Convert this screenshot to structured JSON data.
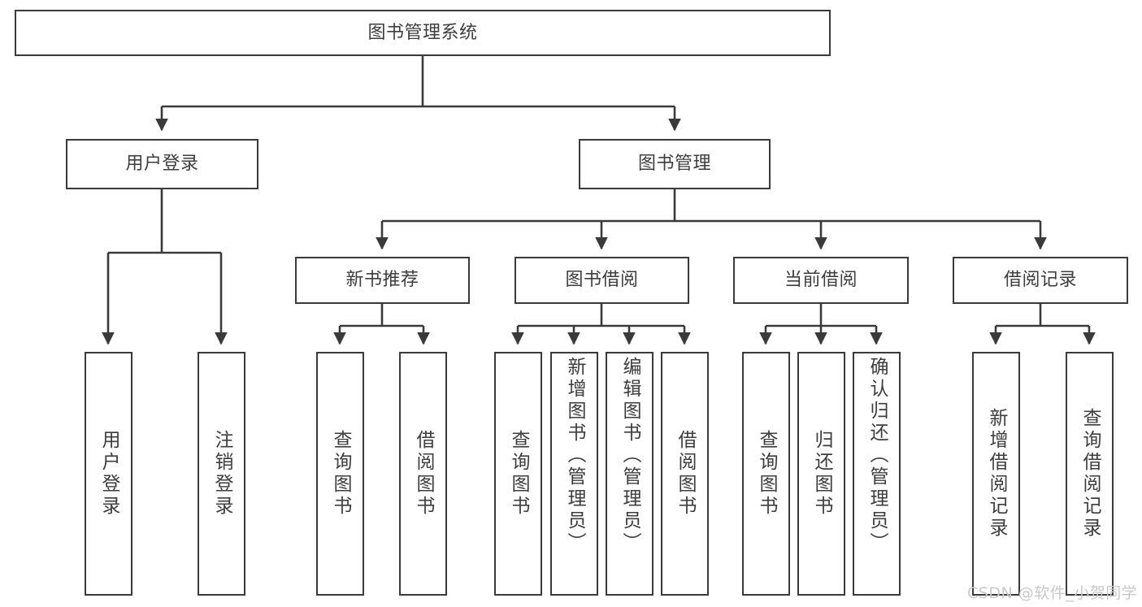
{
  "diagram": {
    "title": "图书管理系统",
    "type": "tree-hierarchy",
    "colors": {
      "background": "#ffffff",
      "node_fill": "#ffffff",
      "node_border": "#3a3a3a",
      "text": "#3d3d3d",
      "edge": "#3a3a3a",
      "watermark": "#c9c9c9"
    },
    "watermark": "CSDN @软件_小贺同学"
  },
  "nodes": {
    "root": {
      "label": "图书管理系统"
    },
    "level2": [
      {
        "label": "用户登录"
      },
      {
        "label": "图书管理"
      }
    ],
    "level3": [
      {
        "label": "新书推荐"
      },
      {
        "label": "图书借阅"
      },
      {
        "label": "当前借阅"
      },
      {
        "label": "借阅记录"
      }
    ],
    "leaves": {
      "user_login": [
        {
          "label": "用户登录"
        },
        {
          "label": "注销登录"
        }
      ],
      "new_book": [
        {
          "label": "查询图书"
        },
        {
          "label": "借阅图书"
        }
      ],
      "book_borrow": [
        {
          "label": "查询图书"
        },
        {
          "label": "新增图书（管理员）"
        },
        {
          "label": "编辑图书（管理员）"
        },
        {
          "label": "借阅图书"
        }
      ],
      "current_borrow": [
        {
          "label": "查询图书"
        },
        {
          "label": "归还图书"
        },
        {
          "label": "确认归还（管理员）"
        }
      ],
      "borrow_record": [
        {
          "label": "新增借阅记录"
        },
        {
          "label": "查询借阅记录"
        }
      ]
    }
  }
}
